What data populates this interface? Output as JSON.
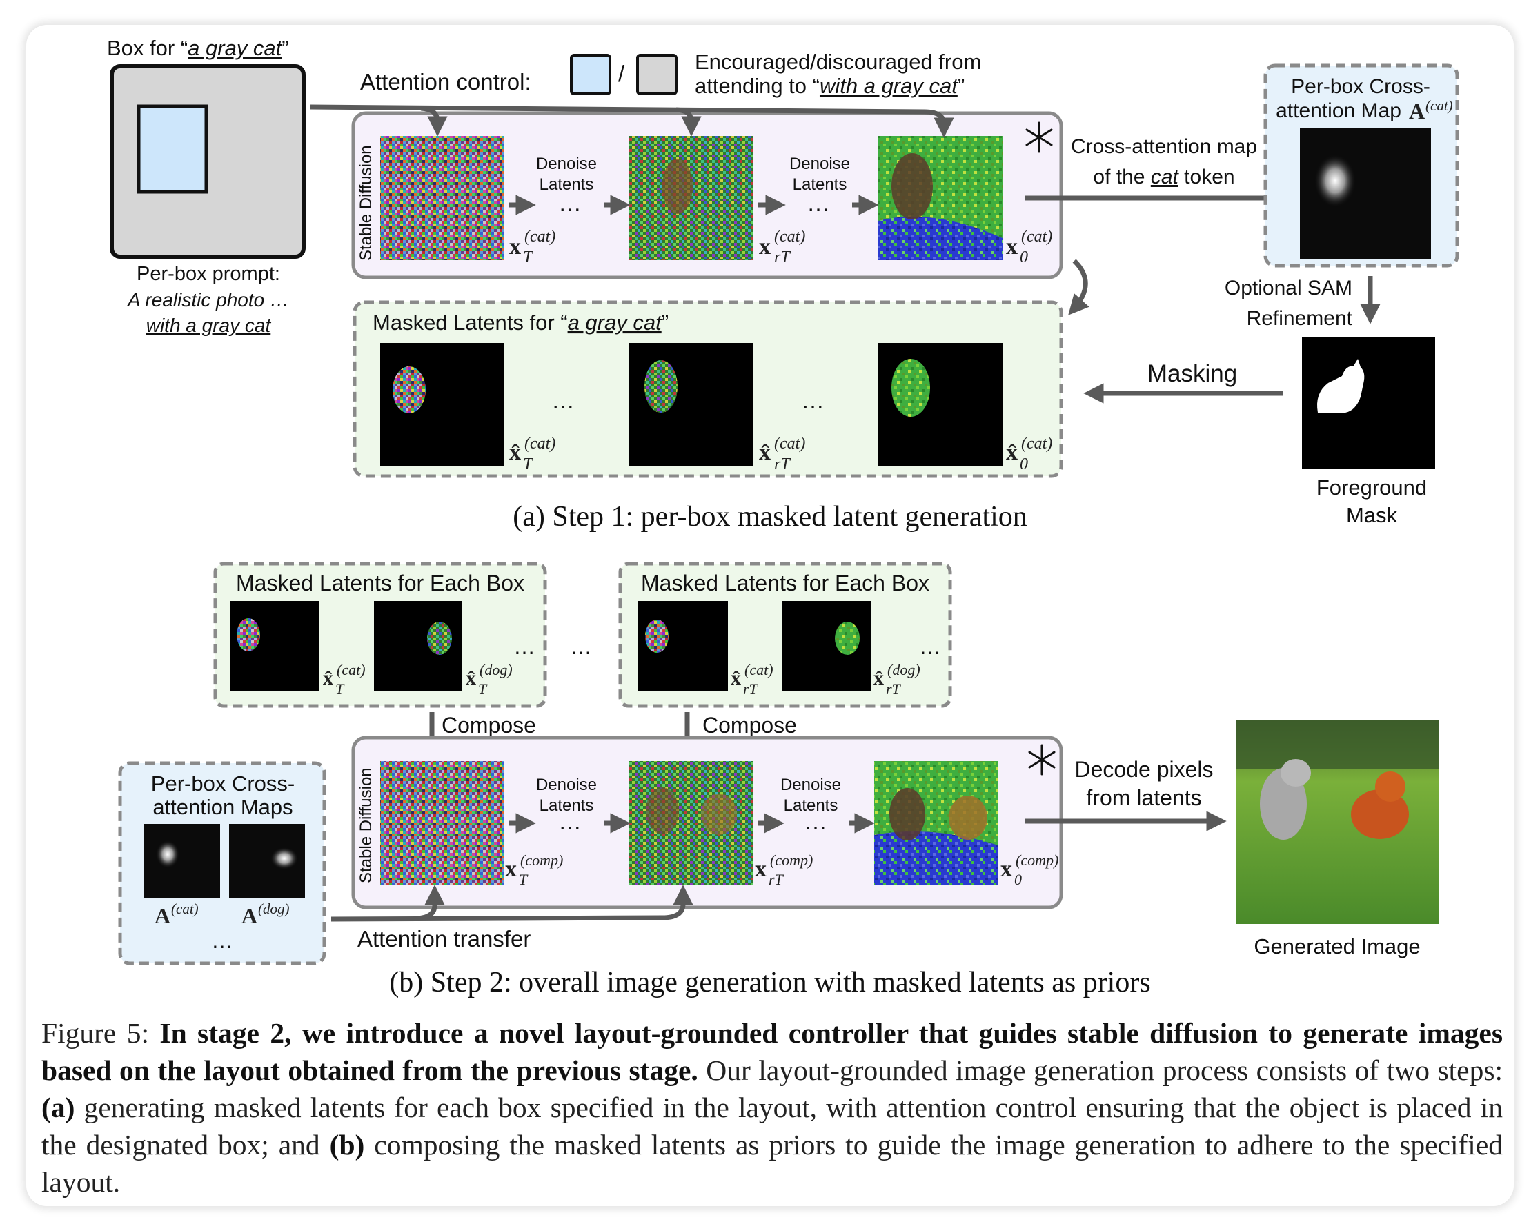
{
  "step1": {
    "box_title_pre": "Box for “",
    "box_title_link": "a gray cat",
    "box_title_post": "”",
    "prompt_label": "Per-box prompt:",
    "prompt_line1": "A realistic photo …",
    "prompt_line2": "with a gray cat",
    "attention_control": "Attention control:",
    "slash": "/",
    "encouraged_line1": "Encouraged/discouraged from",
    "encouraged_line2_pre": "attending to “",
    "encouraged_line2_link": "with a gray cat",
    "encouraged_line2_post": "”",
    "sd_label": "Stable Diffusion",
    "denoise_line1": "Denoise",
    "denoise_line2": "Latents",
    "ellipsis": "…",
    "latent_x": "x",
    "latent_hat_x": "x̂",
    "sup_cat": "(cat)",
    "sub_T": "T",
    "sub_rT": "rT",
    "sub_0": "0",
    "xattn_line1": "Cross-attention map",
    "xattn_line2_pre": "of the ",
    "xattn_line2_word": "cat",
    "xattn_line2_post": " token",
    "perbox_line1": "Per-box Cross-",
    "perbox_line2": "attention Map",
    "perbox_A": "A",
    "sam_line1": "Optional SAM",
    "sam_line2": "Refinement",
    "masked_title_pre": "Masked Latents for “",
    "masked_title_link": "a gray cat",
    "masked_title_post": "”",
    "masking": "Masking",
    "fg_line1": "Foreground",
    "fg_line2": "Mask",
    "caption": "(a) Step 1: per-box masked latent generation"
  },
  "step2": {
    "masked_each": "Masked Latents for Each Box",
    "sup_cat": "(cat)",
    "sup_dog": "(dog)",
    "sup_comp": "(comp)",
    "compose": "Compose",
    "perbox_line1": "Per-box Cross-",
    "perbox_line2": "attention Maps",
    "attn_transfer": "Attention transfer",
    "decode_line1": "Decode pixels",
    "decode_line2": "from latents",
    "generated": "Generated Image",
    "caption": "(b) Step 2: overall image generation with masked latents as priors"
  },
  "figure_caption": {
    "label": "Figure 5: ",
    "bold": "In stage 2, we introduce a novel layout-grounded controller that guides stable diffusion to generate images based on the layout obtained from the previous stage.",
    "text1": " Our layout-grounded image generation process consists of two steps: ",
    "a": "(a)",
    "text2": " generating masked latents for each box specified in the layout, with attention control ensuring that the object is placed in the designated box; and ",
    "b": "(b)",
    "text3": " composing the masked latents as priors to guide the image generation to adhere to the specified layout."
  },
  "colors": {
    "box_gray": "#d6d6d6",
    "box_blue": "#cde6fb",
    "panel_lavender": "#f6f1fb",
    "panel_green": "#eef8ea",
    "panel_blue": "#e6f2fb",
    "arrow": "#5a5a5a"
  }
}
